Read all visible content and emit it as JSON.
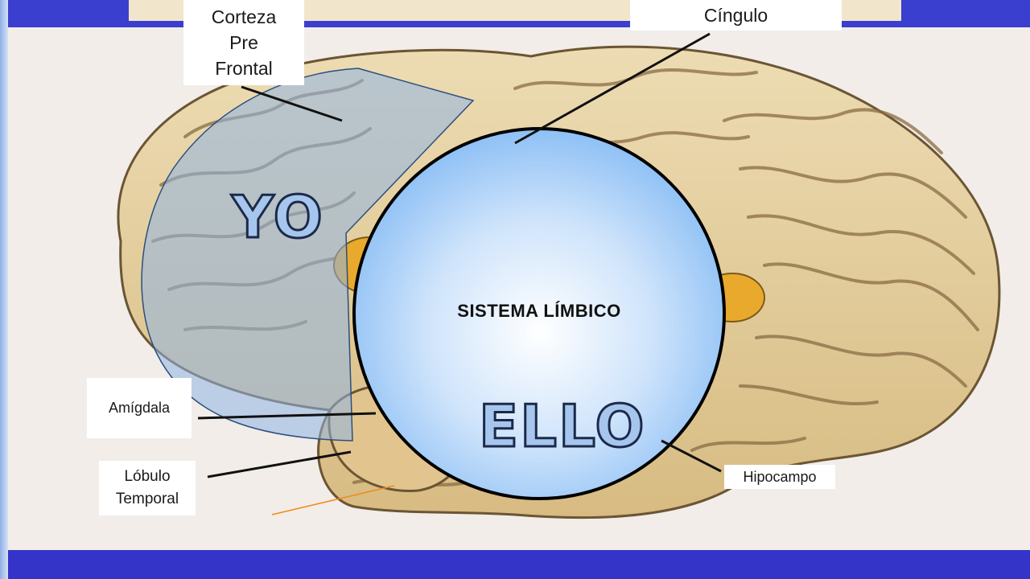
{
  "slide": {
    "center_title": "SISTEMA  LÍMBICO",
    "yo": "YO",
    "ello": "ELLO"
  },
  "labels": {
    "corteza": "Corteza\nPre\nFrontal",
    "cingulo": "Cíngulo",
    "amigdala": "Amígdala",
    "lobulo": "Lóbulo\nTemporal",
    "hipocampo": "Hipocampo"
  },
  "colors": {
    "frame_blue": "#3434c8",
    "circle_light": "#ffffff",
    "circle_blue": "#8ec0f5",
    "overlay_blue": "#7fa6d6",
    "brain_tan": "#e6cf9d",
    "limbic_orange": "#e9a92c"
  }
}
